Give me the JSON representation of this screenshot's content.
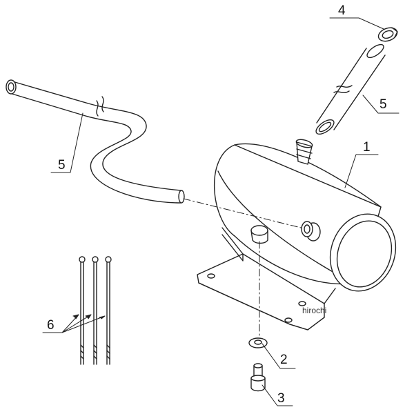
{
  "callouts": {
    "c1": "1",
    "c2": "2",
    "c3": "3",
    "c4": "4",
    "c5a": "5",
    "c5b": "5",
    "c6": "6"
  },
  "watermark": "hirochi",
  "colors": {
    "stroke": "#222222",
    "background": "#ffffff"
  }
}
